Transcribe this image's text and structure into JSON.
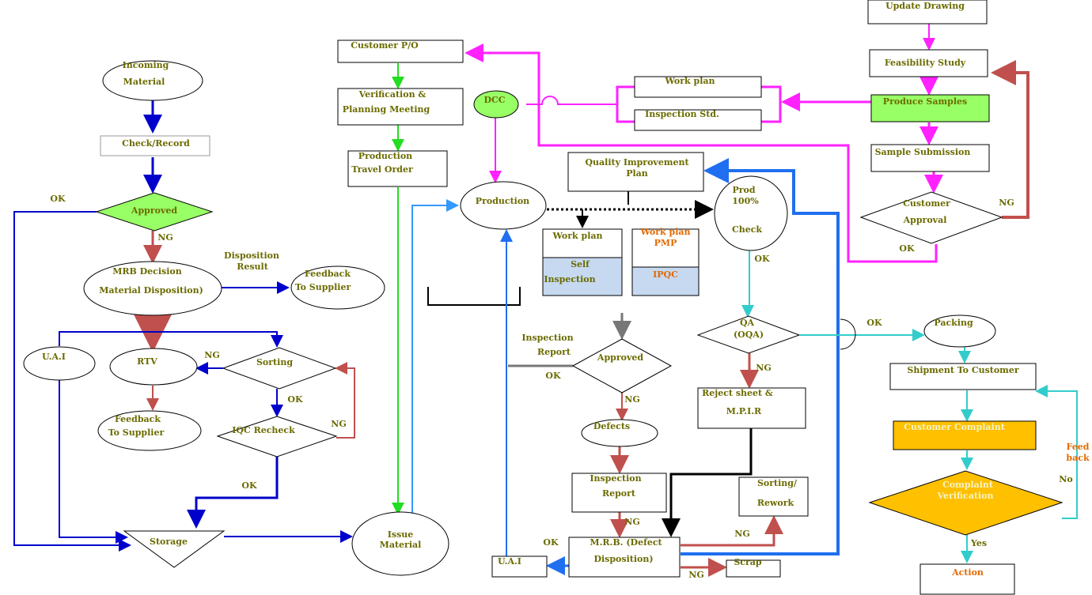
{
  "nodes": {
    "incoming_material": [
      "Incoming",
      "Material"
    ],
    "check_record": [
      "Check/Record"
    ],
    "approved_left": [
      "Approved"
    ],
    "mrb_decision": [
      "MRB Decision",
      "Material Disposition)"
    ],
    "feedback_supplier_top": [
      "Feedback",
      "To Supplier"
    ],
    "ual_left": [
      "U.A.I"
    ],
    "rtv": [
      "RTV"
    ],
    "sorting_left": [
      "Sorting"
    ],
    "feedback_supplier_bottom": [
      "Feedback",
      "To Supplier"
    ],
    "iqc_recheck": [
      "IQC Recheck"
    ],
    "storage": [
      "Storage"
    ],
    "customer_po": [
      "Customer P/O"
    ],
    "verification_planning": [
      "Verification &",
      "Planning Meeting"
    ],
    "production_travel_order": [
      "Production",
      "Travel Order"
    ],
    "dcc": [
      "DCC"
    ],
    "production": [
      "Production"
    ],
    "issue_material": [
      "Issue",
      "Material"
    ],
    "work_plan_top": [
      "Work plan"
    ],
    "inspection_std": [
      "Inspection Std."
    ],
    "quality_improvement_plan": [
      "Quality Improvement",
      "Plan"
    ],
    "workplan_self": [
      "Work plan"
    ],
    "self_inspection": [
      "Self",
      "Inspection"
    ],
    "workplan_pmp": [
      "Work plan",
      "PMP"
    ],
    "ipqc": [
      "IPQC"
    ],
    "prod_100_check": [
      "Prod",
      "100%",
      "Check"
    ],
    "approved_mid": [
      "Approved"
    ],
    "defects": [
      "Defects"
    ],
    "inspection_report_box": [
      "Inspection",
      "Report"
    ],
    "mrb_defect": [
      "M.R.B. (Defect",
      "Disposition)"
    ],
    "ual_mid": [
      "U.A.I"
    ],
    "scrap": [
      "Scrap"
    ],
    "sorting_rework": [
      "Sorting/",
      "Rework"
    ],
    "qa_oqa": [
      "QA",
      "(OQA)"
    ],
    "reject_sheet": [
      "Reject sheet &",
      "M.P.I.R"
    ],
    "update_drawing": [
      "Update Drawing"
    ],
    "feasibility_study": [
      "Feasibility Study"
    ],
    "produce_samples": [
      "Produce Samples"
    ],
    "sample_submission": [
      "Sample Submission"
    ],
    "customer_approval": [
      "Customer",
      "Approval"
    ],
    "packing": [
      "Packing"
    ],
    "shipment_to_customer": [
      "Shipment To Customer"
    ],
    "customer_complaint": [
      "Customer Complaint"
    ],
    "complaint_verification": [
      "Complaint",
      "Verification"
    ],
    "action": [
      "Action"
    ]
  },
  "edge_labels": {
    "ok_left": "OK",
    "ng_approved_left": "NG",
    "disposition_result": [
      "Disposition",
      "Result"
    ],
    "ng_sorting": "NG",
    "ok_sorting": "OK",
    "ng_iqc": "NG",
    "ok_iqc": "OK",
    "inspection_report_label": [
      "Inspection",
      "Report"
    ],
    "ok_approved_mid": "OK",
    "ng_approved_mid": "NG",
    "ng_inspection_report": "NG",
    "ok_mrb": "OK",
    "ng_mrb_rework": "NG",
    "ng_mrb_scrap": "NG",
    "ok_prod_check": "OK",
    "ng_qa": "NG",
    "ok_qa": "OK",
    "ng_customer_approval": "NG",
    "ok_customer_approval": "OK",
    "feed_back": [
      "Feed",
      "back"
    ],
    "no_complaint": "No",
    "yes_complaint": "Yes"
  },
  "colors": {
    "navy": "#0000cc",
    "brown": "#c0504d",
    "green": "#22dd22",
    "magenta": "#ff22ff",
    "blue": "#1f6ff0",
    "lightblue": "#3399ff",
    "cyan": "#33cccc",
    "black": "#000000",
    "gray": "#777777",
    "node_green": "#99ff66",
    "node_light_blue": "#c6d9f0",
    "node_gold": "#ffc000",
    "text_olive": "#6b6b00",
    "text_orange": "#e26a00"
  }
}
